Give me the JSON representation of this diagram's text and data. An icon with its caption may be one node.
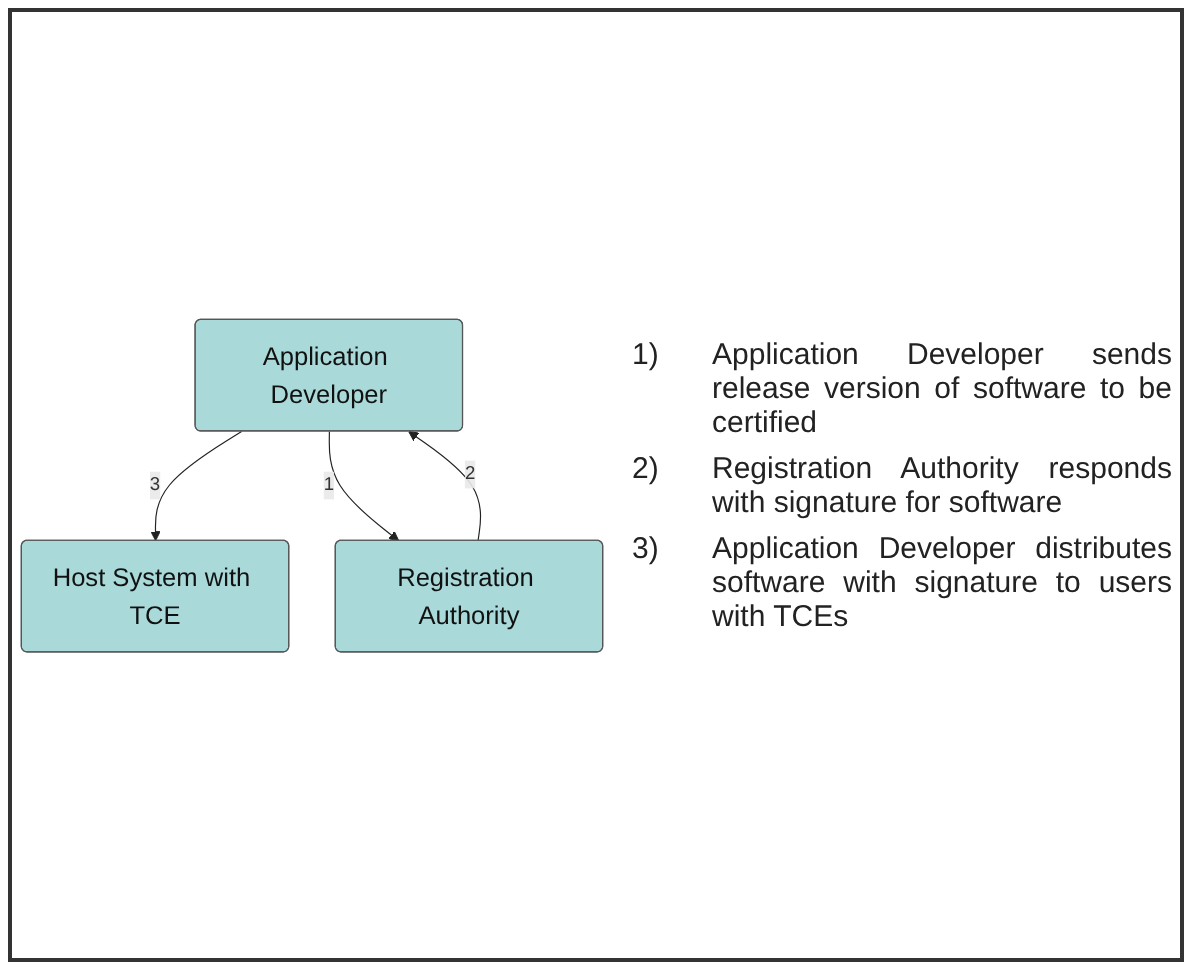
{
  "diagram": {
    "nodes": [
      {
        "text": [
          "Application Developer"
        ]
      },
      {
        "text": [
          "Host System with TCE"
        ]
      },
      {
        "text": [
          "Registration Authority"
        ]
      }
    ],
    "edges": [
      {
        "from": 0,
        "to": 1,
        "arrow": "to",
        "label": "3"
      },
      {
        "from": 0,
        "to": 2,
        "arrow": "to",
        "label": "1"
      },
      {
        "from": 2,
        "to": 0,
        "arrow": "to",
        "label": "2"
      }
    ],
    "labels": [
      "1)",
      "Application Developer sends release version of software to be certified",
      "2)",
      "Registration Authority responds with signature for software",
      "3)",
      "Application Developer distributes software with signature to users with TCEs"
    ]
  }
}
